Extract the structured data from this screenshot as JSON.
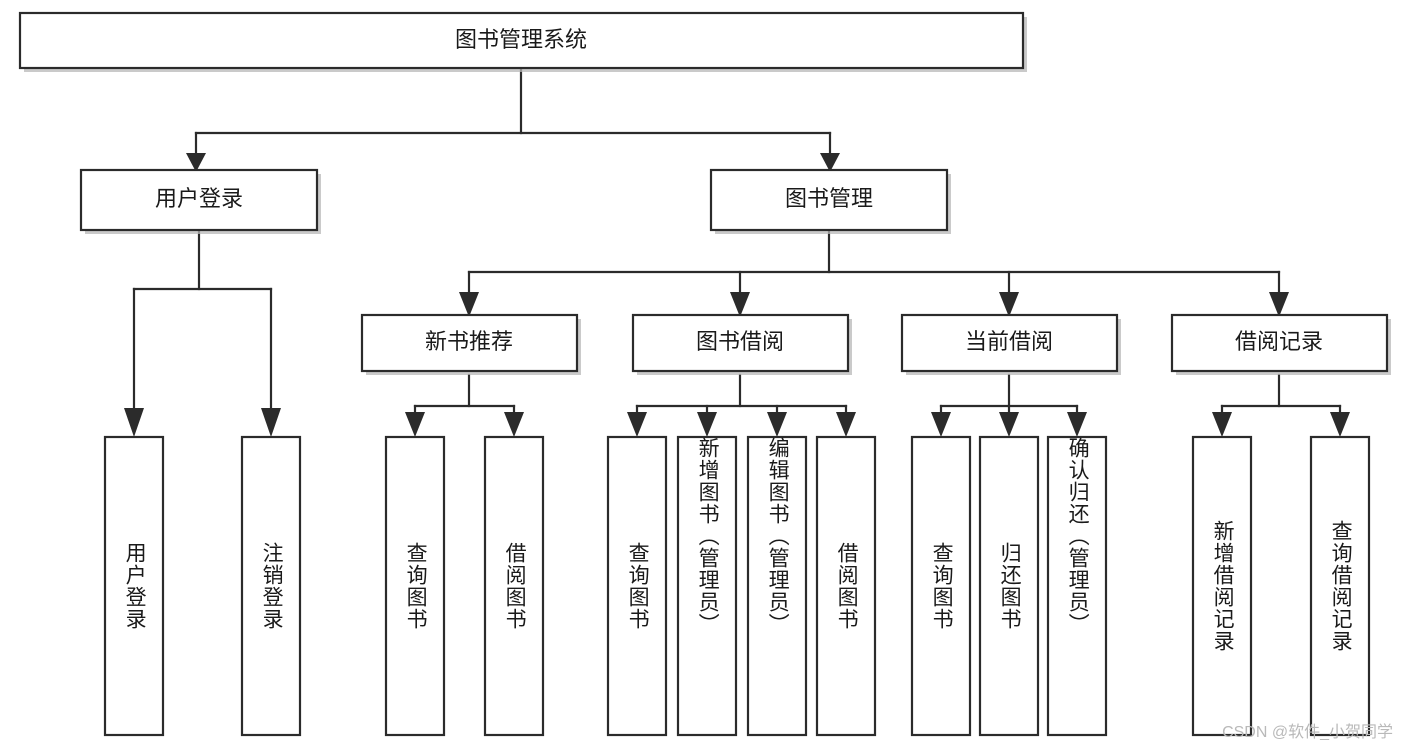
{
  "diagram": {
    "title": "图书管理系统",
    "type": "tree",
    "watermark": "CSDN @软件_小贺同学",
    "colors": {
      "box_stroke": "#2b2b2b",
      "box_fill": "#ffffff",
      "text": "#1a1a1a",
      "shadow": "#b8b8b8",
      "watermark": "#b9b9b9",
      "background": "#ffffff"
    },
    "nodes": {
      "root": {
        "label": "图书管理系统",
        "level": 1,
        "orientation": "horizontal"
      },
      "user_login": {
        "label": "用户登录",
        "level": 2,
        "orientation": "horizontal"
      },
      "book_manage": {
        "label": "图书管理",
        "level": 2,
        "orientation": "horizontal"
      },
      "new_book_rec": {
        "label": "新书推荐",
        "level": 3,
        "orientation": "horizontal"
      },
      "book_borrow": {
        "label": "图书借阅",
        "level": 3,
        "orientation": "horizontal"
      },
      "current_borrow": {
        "label": "当前借阅",
        "level": 3,
        "orientation": "horizontal"
      },
      "borrow_record": {
        "label": "借阅记录",
        "level": 3,
        "orientation": "horizontal"
      },
      "leaf_user_login": {
        "label": "用户登录",
        "level": 4,
        "orientation": "vertical"
      },
      "leaf_logout": {
        "label": "注销登录",
        "level": 4,
        "orientation": "vertical"
      },
      "leaf_query_book_1": {
        "label": "查询图书",
        "level": 4,
        "orientation": "vertical"
      },
      "leaf_borrow_book_1": {
        "label": "借阅图书",
        "level": 4,
        "orientation": "vertical"
      },
      "leaf_query_book_2": {
        "label": "查询图书",
        "level": 4,
        "orientation": "vertical"
      },
      "leaf_add_book": {
        "label": "新增图书（管理员）",
        "level": 4,
        "orientation": "vertical"
      },
      "leaf_edit_book": {
        "label": "编辑图书（管理员）",
        "level": 4,
        "orientation": "vertical"
      },
      "leaf_borrow_book_2": {
        "label": "借阅图书",
        "level": 4,
        "orientation": "vertical"
      },
      "leaf_query_book_3": {
        "label": "查询图书",
        "level": 4,
        "orientation": "vertical"
      },
      "leaf_return_book": {
        "label": "归还图书",
        "level": 4,
        "orientation": "vertical"
      },
      "leaf_confirm_return": {
        "label": "确认归还（管理员）",
        "level": 4,
        "orientation": "vertical"
      },
      "leaf_add_record": {
        "label": "新增借阅记录",
        "level": 4,
        "orientation": "vertical"
      },
      "leaf_query_record": {
        "label": "查询借阅记录",
        "level": 4,
        "orientation": "vertical"
      }
    },
    "edges": [
      {
        "from": "root",
        "to": "user_login"
      },
      {
        "from": "root",
        "to": "book_manage"
      },
      {
        "from": "user_login",
        "to": "leaf_user_login"
      },
      {
        "from": "user_login",
        "to": "leaf_logout"
      },
      {
        "from": "book_manage",
        "to": "new_book_rec"
      },
      {
        "from": "book_manage",
        "to": "book_borrow"
      },
      {
        "from": "book_manage",
        "to": "current_borrow"
      },
      {
        "from": "book_manage",
        "to": "borrow_record"
      },
      {
        "from": "new_book_rec",
        "to": "leaf_query_book_1"
      },
      {
        "from": "new_book_rec",
        "to": "leaf_borrow_book_1"
      },
      {
        "from": "book_borrow",
        "to": "leaf_query_book_2"
      },
      {
        "from": "book_borrow",
        "to": "leaf_add_book"
      },
      {
        "from": "book_borrow",
        "to": "leaf_edit_book"
      },
      {
        "from": "book_borrow",
        "to": "leaf_borrow_book_2"
      },
      {
        "from": "current_borrow",
        "to": "leaf_query_book_3"
      },
      {
        "from": "current_borrow",
        "to": "leaf_return_book"
      },
      {
        "from": "current_borrow",
        "to": "leaf_confirm_return"
      },
      {
        "from": "borrow_record",
        "to": "leaf_add_record"
      },
      {
        "from": "borrow_record",
        "to": "leaf_query_record"
      }
    ]
  }
}
